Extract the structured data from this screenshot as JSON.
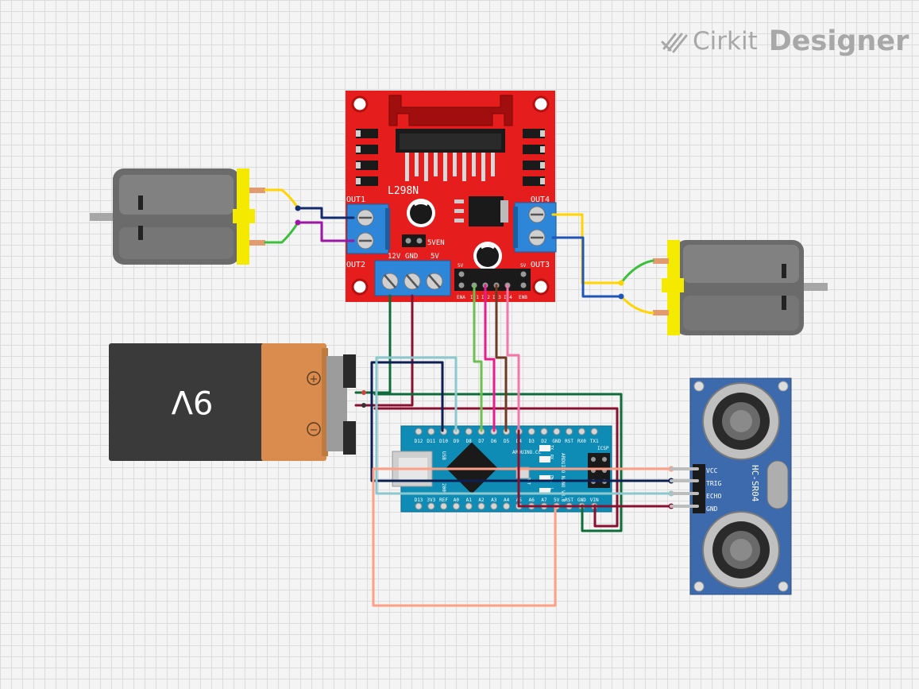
{
  "brand": {
    "prefix": "Cirkit",
    "suffix": "Designer"
  },
  "driver": {
    "title": "L298N",
    "out1": "OUT1",
    "out2": "OUT2",
    "out3": "OUT3",
    "out4": "OUT4",
    "v12": "12V",
    "gnd": "GND",
    "v5": "5V",
    "ven": "5VEN",
    "ena": "ENA",
    "in1": "I 1",
    "in2": "I 2",
    "in3": "I 3",
    "in4": "I 4",
    "enb": "ENB",
    "v5_left": "5V",
    "v5_right": "5V"
  },
  "battery": {
    "label": "9V",
    "plus": "+",
    "minus": "−"
  },
  "arduino": {
    "top_pins": [
      "D12",
      "D11",
      "D10",
      "D9",
      "D8",
      "D7",
      "D6",
      "D5",
      "D4",
      "D3",
      "D2",
      "GND",
      "RST",
      "RX0",
      "TX1"
    ],
    "bottom_pins": [
      "D13",
      "3V3",
      "REF",
      "A0",
      "A1",
      "A2",
      "A3",
      "A4",
      "A5",
      "A6",
      "A7",
      "5V",
      "RST",
      "GND",
      "VIN"
    ],
    "usb": "USB",
    "brand": "ARDUINO.CC",
    "model": "ARDUINO NANO V3.0",
    "icsp": "ICSP",
    "tx": "TX",
    "rx": "RX",
    "pwr": "PWR",
    "l": "L",
    "rst_label": "RST",
    "year": "2009"
  },
  "sensor": {
    "name": "HC-SR04",
    "pins": [
      "VCC",
      "TRIG",
      "ECHO",
      "GND"
    ]
  },
  "colors": {
    "board_red": "#e51d1d",
    "terminal_blue": "#2e86d8",
    "nano_teal": "#0f8cb5",
    "sensor_blue": "#3d6aad",
    "battery_black": "#3a3a3a",
    "battery_orange": "#d98c4e",
    "motor_grey": "#6e6e6e",
    "motor_yellow": "#f4ea00",
    "wire_yellow": "#ffd400",
    "wire_green": "#3cbf3c",
    "wire_navy": "#142a6e",
    "wire_purple": "#9c16a8",
    "wire_blue": "#1e55b8",
    "wire_dkgreen": "#0e6b3a",
    "wire_maroon": "#8a1030",
    "wire_lightgreen": "#6cbf50",
    "wire_magenta": "#e81d8c",
    "wire_brown": "#6e3a22",
    "wire_pink": "#f477a9",
    "wire_lightblue": "#8fd0d6",
    "wire_salmon": "#ff9f86",
    "wire_darkblue": "#0d1f52",
    "wire_cyan": "#8cc9cf"
  }
}
